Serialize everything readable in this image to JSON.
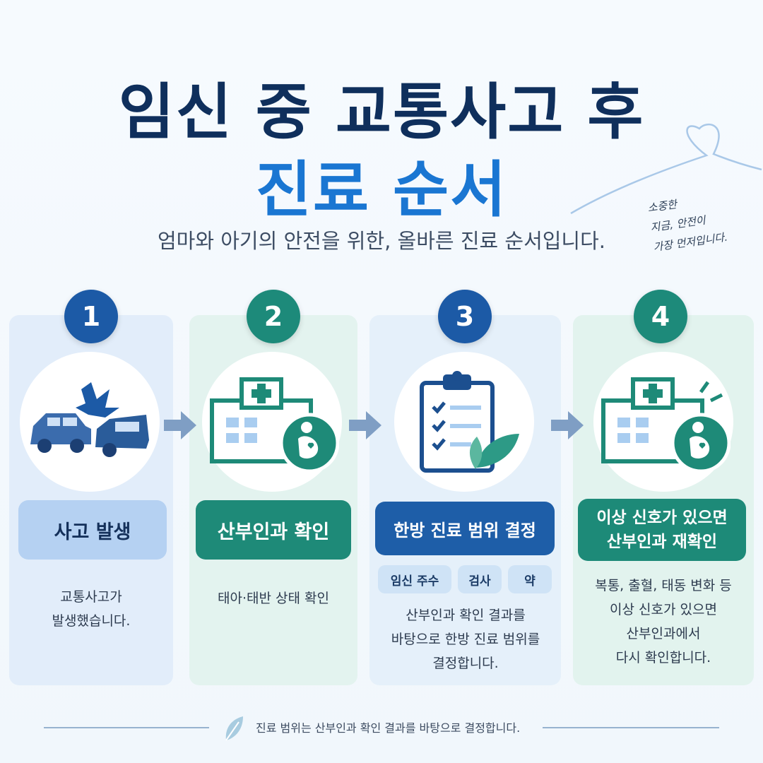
{
  "title": {
    "line1": "임신 중 교통사고 후",
    "line2": "진료 순서"
  },
  "subtitle": "엄마와 아기의 안전을 위한, 올바른 진료 순서입니다.",
  "side_note": [
    "소중한",
    "지금, 안전이",
    "가장 먼저입니다."
  ],
  "steps": [
    {
      "number": "1",
      "label": "사고 발생",
      "desc": [
        "교통사고가",
        "발생했습니다."
      ],
      "icon": "car-crash-icon"
    },
    {
      "number": "2",
      "label": "산부인과 확인",
      "desc": [
        "태아·태반 상태 확인"
      ],
      "icon": "hospital-pregnant-icon"
    },
    {
      "number": "3",
      "label": "한방 진료 범위 결정",
      "chips": [
        "임신 주수",
        "검사",
        "약"
      ],
      "desc": [
        "산부인과 확인 결과를",
        "바탕으로 한방 진료 범위를",
        "결정합니다."
      ],
      "icon": "clipboard-leaf-icon"
    },
    {
      "number": "4",
      "label": [
        "이상 신호가 있으면",
        "산부인과 재확인"
      ],
      "desc": [
        "복통, 출혈, 태동 변화 등",
        "이상 신호가 있으면",
        "산부인과에서",
        "다시 확인합니다."
      ],
      "icon": "hospital-alert-icon"
    }
  ],
  "footer": "진료 범위는 산부인과 확인 결과를 바탕으로 결정합니다.",
  "colors": {
    "navy": "#0f2f5c",
    "blue": "#1a76d2",
    "green": "#1d8a7a"
  }
}
